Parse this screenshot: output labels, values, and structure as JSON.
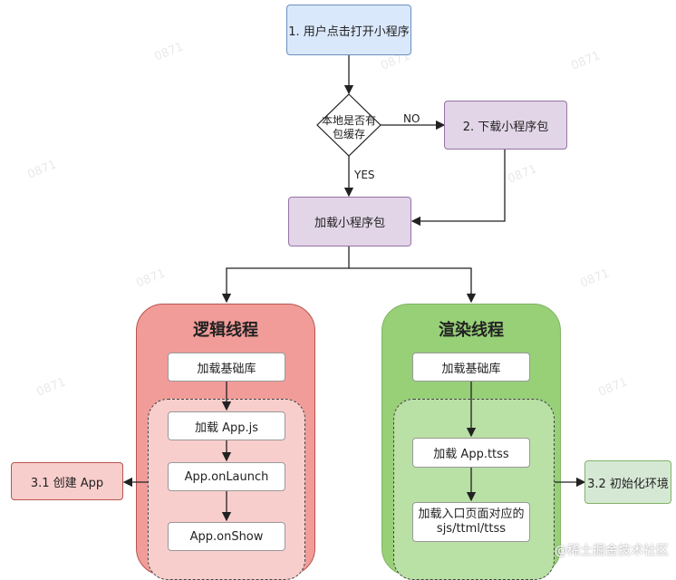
{
  "nodes": {
    "start": "1. 用户点击打开小程序",
    "decision_line1": "本地是否有",
    "decision_line2": "包缓存",
    "download": "2. 下载小程序包",
    "load": "加载小程序包"
  },
  "edges": {
    "no": "NO",
    "yes": "YES"
  },
  "logic_lane": {
    "title": "逻辑线程",
    "load_lib": "加载基础库",
    "load_app": "加载 App.js",
    "on_launch": "App.onLaunch",
    "on_show": "App.onShow",
    "side": "3.1 创建 App"
  },
  "render_lane": {
    "title": "渲染线程",
    "load_lib": "加载基础库",
    "load_ttss": "加载 App.ttss",
    "entry_line1": "加载入口页面对应的",
    "entry_line2": "sjs/ttml/ttss",
    "side": "3.2 初始化环境"
  },
  "watermark": "0871",
  "footer": "@稀土掘金技术社区"
}
